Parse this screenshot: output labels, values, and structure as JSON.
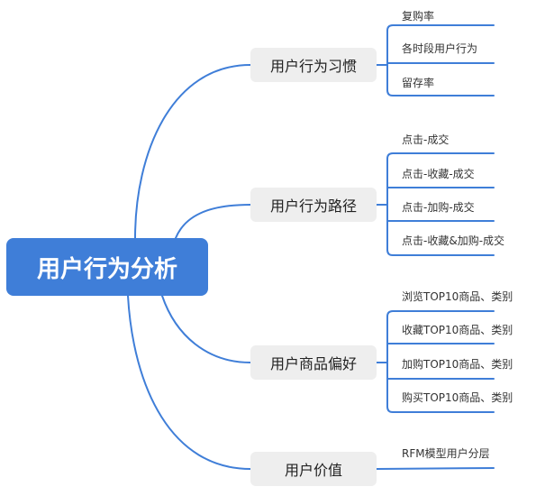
{
  "root": {
    "label": "用户行为分析"
  },
  "branches": [
    {
      "label": "用户行为习惯",
      "leaves": [
        "复购率",
        "各时段用户行为",
        "留存率"
      ]
    },
    {
      "label": "用户行为路径",
      "leaves": [
        "点击-成交",
        "点击-收藏-成交",
        "点击-加购-成交",
        "点击-收藏&加购-成交"
      ]
    },
    {
      "label": "用户商品偏好",
      "leaves": [
        "浏览TOP10商品、类别",
        "收藏TOP10商品、类别",
        "加购TOP10商品、类别",
        "购买TOP10商品、类别"
      ]
    },
    {
      "label": "用户价值",
      "leaves": [
        "RFM模型用户分层"
      ]
    }
  ],
  "colors": {
    "edge": "#3f7ed8",
    "root_bg": "#3f7ed8",
    "branch_bg": "#eeeeee"
  }
}
